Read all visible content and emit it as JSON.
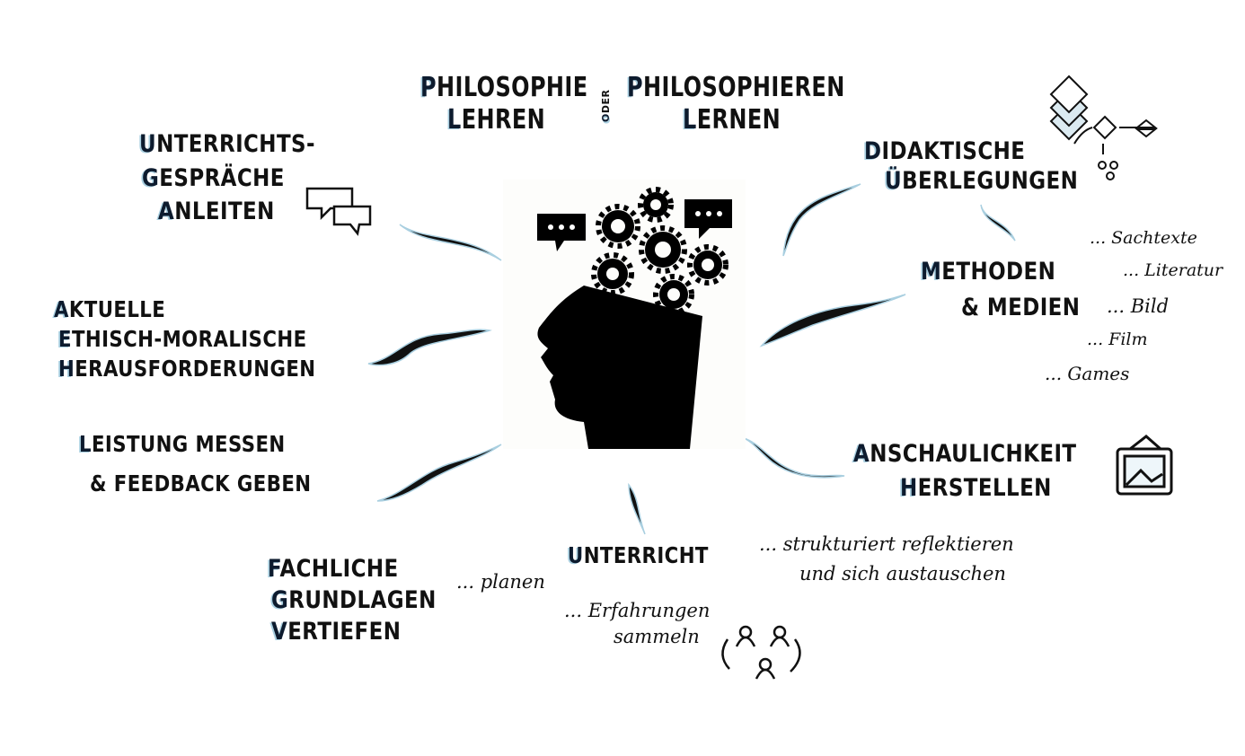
{
  "title": {
    "left": [
      "PHILOSOPHIE",
      "LEHREN"
    ],
    "connector": "ODER",
    "right": [
      "PHILOSOPHIEREN",
      "LERNEN"
    ]
  },
  "topics": {
    "gespraeche": [
      "UNTERRICHTS-",
      "GESPRÄCHE",
      "ANLEITEN"
    ],
    "aktuelle": [
      "AKTUELLE",
      "ETHISCH-MORALISCHE",
      "HERAUSFORDERUNGEN"
    ],
    "leistung": [
      "LEISTUNG MESSEN",
      "& FEEDBACK GEBEN"
    ],
    "fachliche": [
      "FACHLICHE",
      "GRUNDLAGEN",
      "VERTIEFEN"
    ],
    "unterricht": {
      "label": "UNTERRICHT",
      "planen": "... planen",
      "erfahrungen": [
        "... Erfahrungen",
        "sammeln"
      ],
      "reflektieren": [
        "... strukturiert reflektieren",
        "und sich austauschen"
      ]
    },
    "anschaulichkeit": [
      "ANSCHAULICHKEIT",
      "HERSTELLEN"
    ],
    "didaktische": [
      "DIDAKTISCHE",
      "ÜBERLEGUNGEN"
    ],
    "methoden": {
      "label": [
        "METHODEN",
        "& MEDIEN"
      ],
      "items": [
        "... Sachtexte",
        "... Literatur",
        "... Bild",
        "... Film",
        "... Games"
      ]
    }
  },
  "icons": [
    "speech-bubbles-icon",
    "head-with-gears-icon",
    "flowchart-icon",
    "picture-frame-icon",
    "people-cycle-icon"
  ],
  "colors": {
    "ink": "#111111",
    "shadow": "#a9cfe0"
  }
}
